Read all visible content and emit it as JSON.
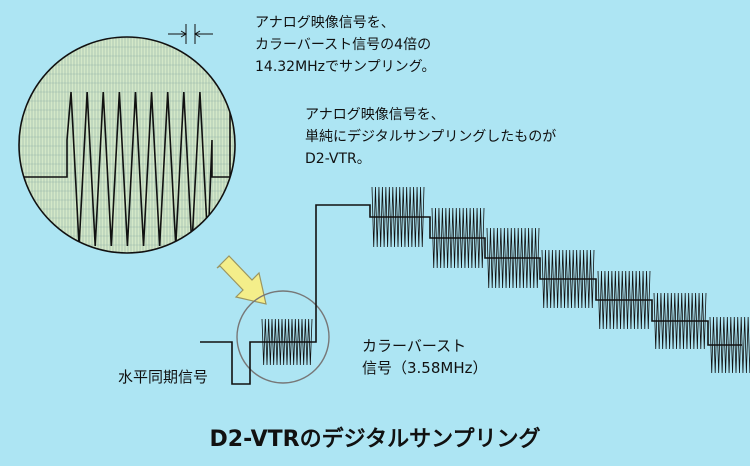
{
  "labels": {
    "note_top": [
      "アナログ映像信号を、",
      "カラーバースト信号の4倍の",
      "14.32MHzでサンプリング。"
    ],
    "note_middle": [
      "アナログ映像信号を、",
      "単純にデジタルサンプリングしたものが",
      "D2-VTR。"
    ],
    "burst": [
      "カラーバースト",
      "信号（3.58MHz）"
    ],
    "hsync": "水平同期信号",
    "title": "D2-VTRのデジタルサンプリング"
  },
  "colors": {
    "background": "#ADE5F3",
    "line": "#111111",
    "circle_fill": "#D4E8C8",
    "grid": "#8FB0A6",
    "arrow": "#F4EE8A",
    "arrow_stroke": "#9C9660",
    "small_circle": "#777777"
  }
}
